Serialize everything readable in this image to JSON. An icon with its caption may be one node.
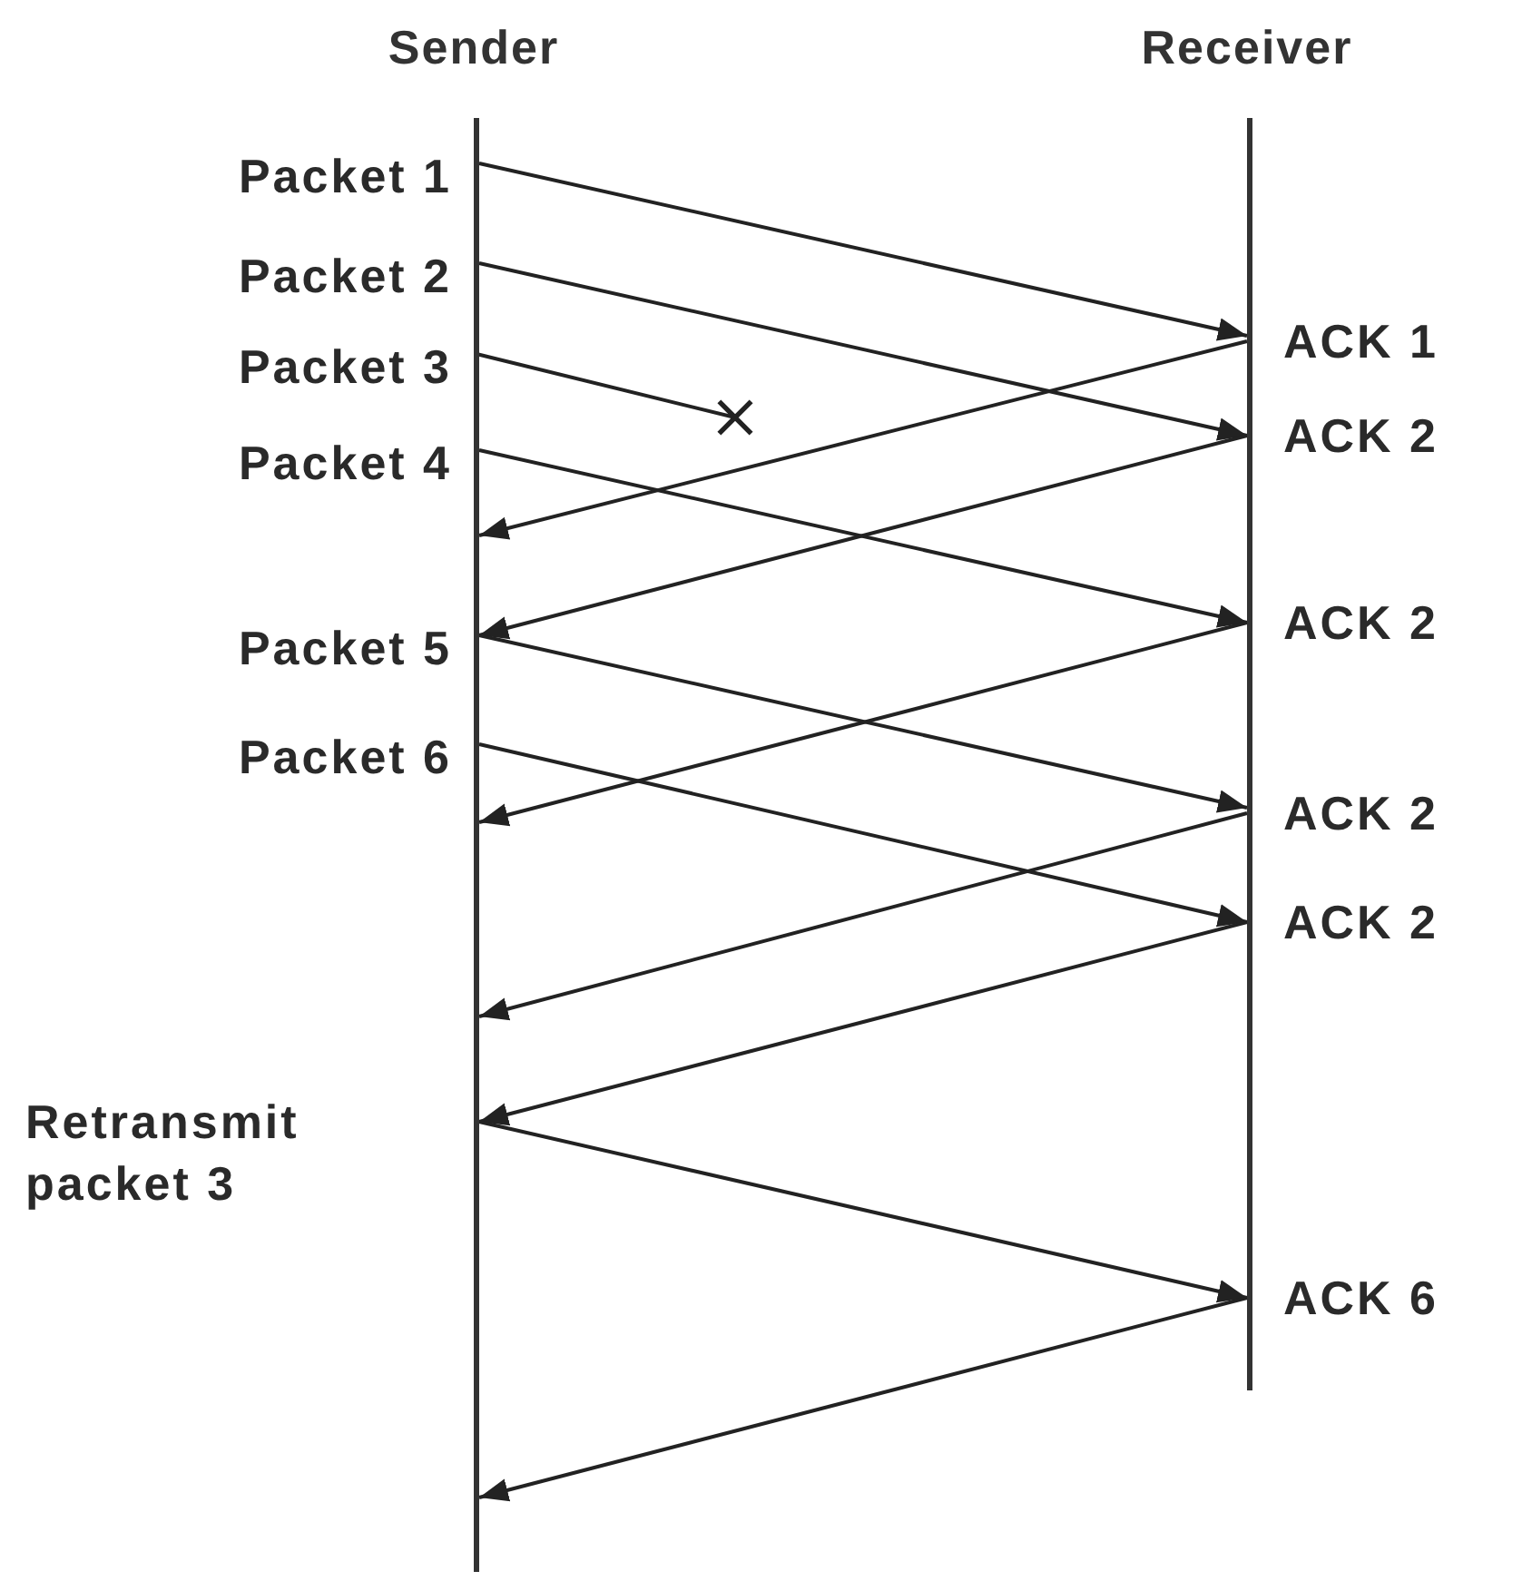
{
  "diagram": {
    "nodes": [
      {
        "text": [
          "Sender"
        ]
      },
      {
        "text": [
          "Receiver"
        ]
      }
    ],
    "edges": [
      {
        "from": 0,
        "to": 1,
        "arrow": "to",
        "label": "Packet 1"
      },
      {
        "from": 0,
        "to": 1,
        "arrow": "to",
        "label": "Packet 2"
      },
      {
        "from": 0,
        "to": null,
        "arrow": "other",
        "label": "Packet 3"
      },
      {
        "from": 0,
        "to": 1,
        "arrow": "to",
        "label": "Packet 4"
      },
      {
        "from": 1,
        "to": 0,
        "arrow": "to",
        "label": "ACK 1"
      },
      {
        "from": 1,
        "to": 0,
        "arrow": "to",
        "label": "ACK 2"
      },
      {
        "from": 1,
        "to": 0,
        "arrow": "to",
        "label": "ACK 2"
      },
      {
        "from": 0,
        "to": 1,
        "arrow": "to",
        "label": "Packet 5"
      },
      {
        "from": 0,
        "to": 1,
        "arrow": "to",
        "label": "Packet 6"
      },
      {
        "from": 1,
        "to": 0,
        "arrow": "to",
        "label": "ACK 2"
      },
      {
        "from": 1,
        "to": 0,
        "arrow": "to",
        "label": "ACK 2"
      },
      {
        "from": 0,
        "to": 1,
        "arrow": "to",
        "label": "Retransmit packet 3"
      },
      {
        "from": 1,
        "to": 0,
        "arrow": "to",
        "label": "ACK 6"
      }
    ]
  }
}
